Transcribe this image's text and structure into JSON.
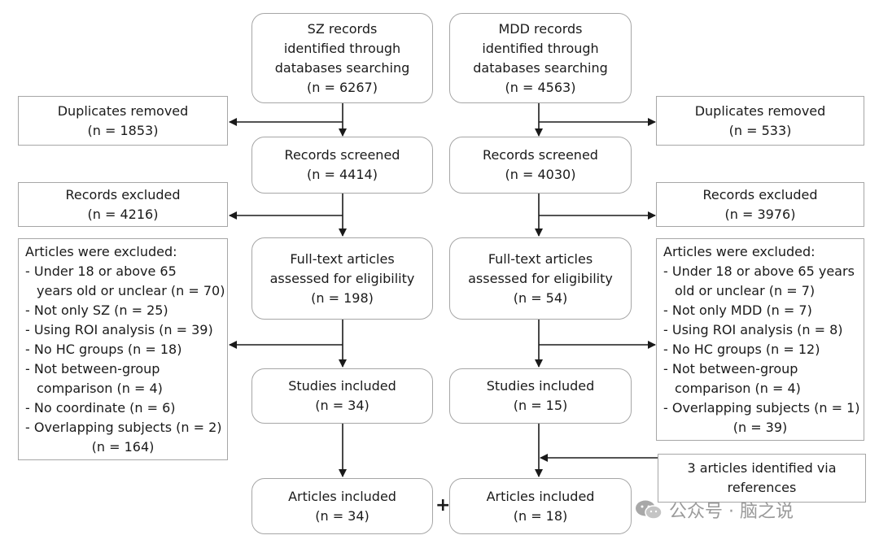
{
  "sz": {
    "identified": [
      "SZ records",
      "identified through",
      "databases searching",
      "(n = 6267)"
    ],
    "screened": [
      "Records screened",
      "(n = 4414)"
    ],
    "fulltext": [
      "Full-text articles",
      "assessed for eligibility",
      "(n = 198)"
    ],
    "studies": [
      "Studies included",
      "(n = 34)"
    ],
    "articles": [
      "Articles included",
      "(n = 34)"
    ],
    "duplicates": [
      "Duplicates removed",
      "(n = 1853)"
    ],
    "excluded": [
      "Records excluded",
      "(n = 4216)"
    ],
    "reasons": [
      "Articles were excluded:",
      "- Under 18 or above 65",
      "years old or unclear (n = 70)",
      "- Not only SZ (n = 25)",
      "- Using ROI analysis (n = 39)",
      "- No HC groups (n = 18)",
      "- Not between-group",
      "comparison (n = 4)",
      "- No coordinate (n = 6)",
      "- Overlapping subjects (n = 2)",
      "(n = 164)"
    ]
  },
  "mdd": {
    "identified": [
      "MDD records",
      "identified through",
      "databases searching",
      "(n = 4563)"
    ],
    "screened": [
      "Records screened",
      "(n = 4030)"
    ],
    "fulltext": [
      "Full-text articles",
      "assessed for eligibility",
      "(n = 54)"
    ],
    "studies": [
      "Studies included",
      "(n = 15)"
    ],
    "articles": [
      "Articles included",
      "(n = 18)"
    ],
    "duplicates": [
      "Duplicates removed",
      "(n = 533)"
    ],
    "excluded": [
      "Records excluded",
      "(n = 3976)"
    ],
    "reasons": [
      "Articles were excluded:",
      "- Under 18 or above 65 years",
      "old or unclear (n = 7)",
      "- Not only MDD (n = 7)",
      "- Using ROI analysis (n = 8)",
      "- No HC groups (n = 12)",
      "- Not between-group",
      "comparison (n = 4)",
      "- Overlapping subjects (n = 1)",
      "(n = 39)"
    ],
    "references": [
      "3 articles identified via",
      "references"
    ]
  },
  "plus_symbol": "+",
  "watermark": "公众号 · 脑之说"
}
